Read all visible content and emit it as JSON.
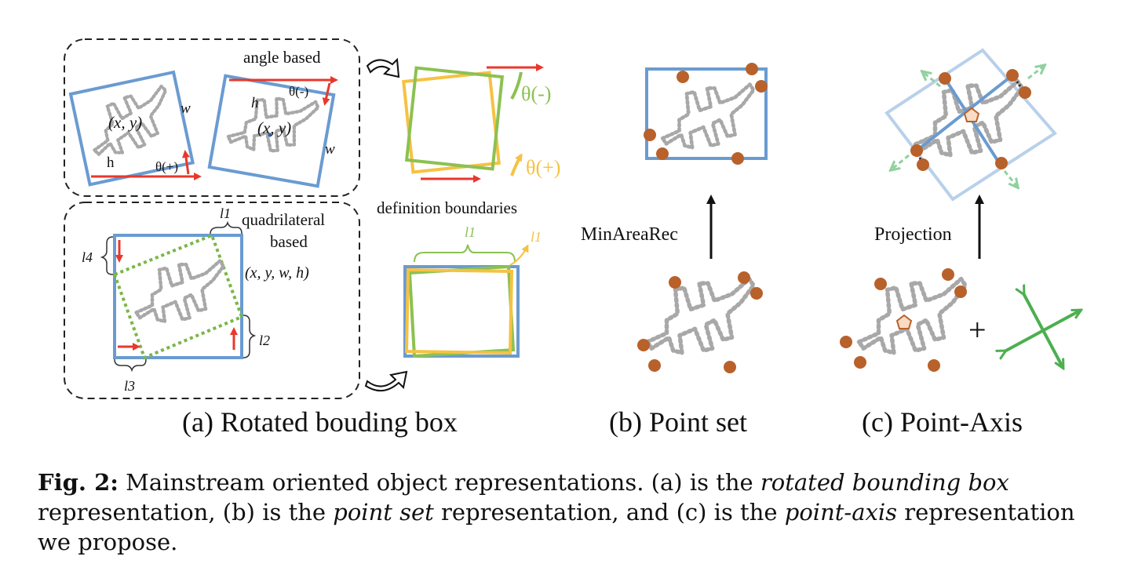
{
  "panel_a": {
    "angle_title": "angle based",
    "box1": {
      "center": "(x, y)",
      "w": "w",
      "h": "h",
      "theta": "θ(+)"
    },
    "box2": {
      "center": "(x, y)",
      "w": "w",
      "h": "h",
      "theta": "θ(-)"
    },
    "quad_title_1": "quadrilateral",
    "quad_title_2": "based",
    "quad_params": "(x, y, w, h)",
    "l1": "l1",
    "l2": "l2",
    "l3": "l3",
    "l4": "l4",
    "boundary_theta_neg": "θ(-)",
    "boundary_theta_pos": "θ(+)",
    "boundaries_title": "definition boundaries",
    "boundary_l1_green": "l1",
    "boundary_l1_yellow": "l1",
    "subtitle": "(a) Rotated bouding box"
  },
  "panel_b": {
    "arrow_label": "MinAreaRec",
    "subtitle": "(b) Point set"
  },
  "panel_c": {
    "arrow_label": "Projection",
    "plus": "+",
    "subtitle": "(c) Point-Axis"
  },
  "colors": {
    "blue_box": "#6a9bd1",
    "red_arrow": "#e8382c",
    "green": "#8cc152",
    "yellow": "#f5c242",
    "point": "#b8612a",
    "axis_green": "#4caf50",
    "light_blue": "#b9d0ea"
  },
  "caption": {
    "label": "Fig. 2:",
    "text_1": " Mainstream oriented object representations. (a) is the ",
    "em_1": "rotated bounding box",
    "text_2": " representation, (b) is the ",
    "em_2": "point set",
    "text_3": " representation, and (c) is the ",
    "em_3": "point-axis",
    "text_4": " representation we propose."
  }
}
